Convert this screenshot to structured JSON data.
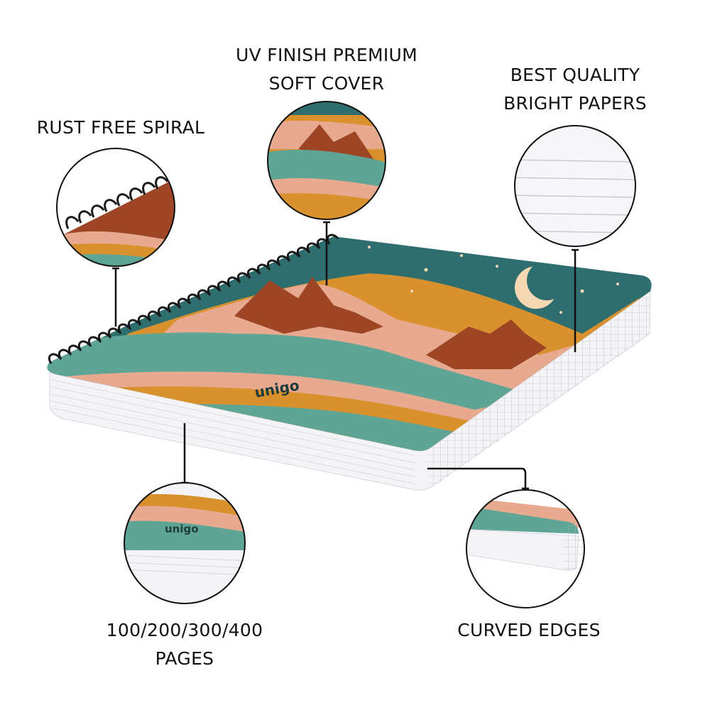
{
  "labels": {
    "spiral": "RUST FREE SPIRAL",
    "cover": [
      "UV FINISH PREMIUM",
      "SOFT COVER"
    ],
    "paper": [
      "BEST QUALITY",
      "BRIGHT PAPERS"
    ],
    "pages": [
      "100/200/300/400",
      "PAGES"
    ],
    "edges": "CURVED EDGES"
  },
  "brand": "unigo",
  "colors": {
    "teal_dark": "#2f6e6e",
    "teal_light": "#5fa596",
    "mustard": "#d9912d",
    "peach": "#e7a98f",
    "rust": "#9d4524",
    "moon": "#f4d7b3",
    "paper": "#f6f6f8",
    "spiral": "#1a1a1a"
  }
}
